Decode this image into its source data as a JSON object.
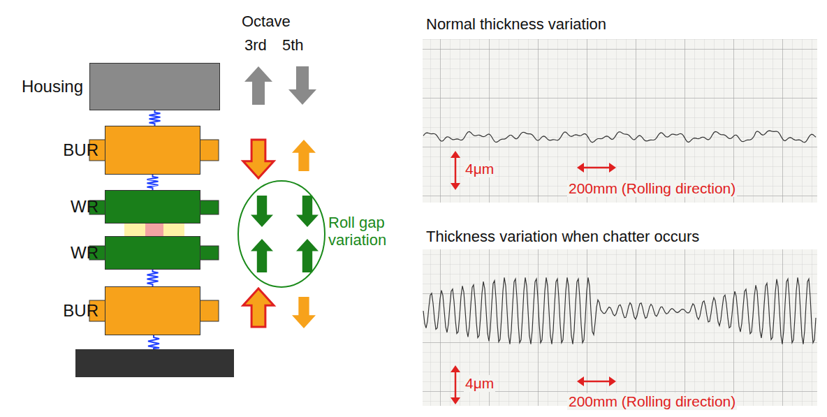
{
  "diagram": {
    "nodes": [
      {
        "text": [
          "Housing"
        ]
      },
      {
        "text": [
          "BUR"
        ]
      },
      {
        "text": [
          "WR"
        ]
      },
      {
        "text": [
          "WR"
        ]
      },
      {
        "text": [
          "BUR"
        ]
      }
    ],
    "edges": [
      {
        "from": 0,
        "to": 1,
        "arrow": "none"
      },
      {
        "from": 1,
        "to": 2,
        "arrow": "none"
      },
      {
        "from": 3,
        "to": 4,
        "arrow": "none"
      }
    ],
    "labels": [
      "Octave",
      "3rd",
      "5th",
      "Roll gap variation",
      "Normal thickness variation",
      "4μm",
      "200mm (Rolling direction)",
      "Thickness variation when chatter occurs",
      "4μm",
      "200mm (Rolling direction)"
    ]
  }
}
